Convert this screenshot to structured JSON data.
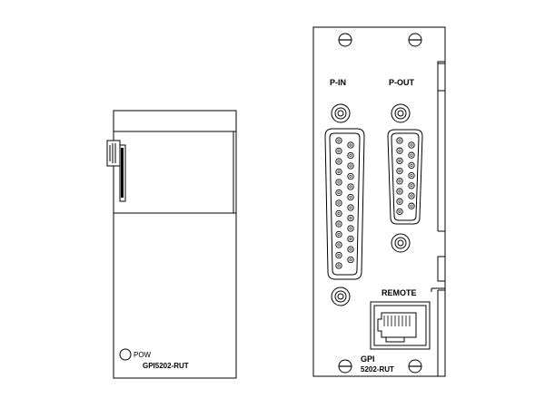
{
  "side_view": {
    "pow_label": "POW",
    "model_label": "GPI5202-RUT"
  },
  "front_panel": {
    "p_in_label": "P-IN",
    "p_out_label": "P-OUT",
    "remote_label": "REMOTE",
    "model_line1": "GPI",
    "model_line2": "5202-RUT"
  }
}
